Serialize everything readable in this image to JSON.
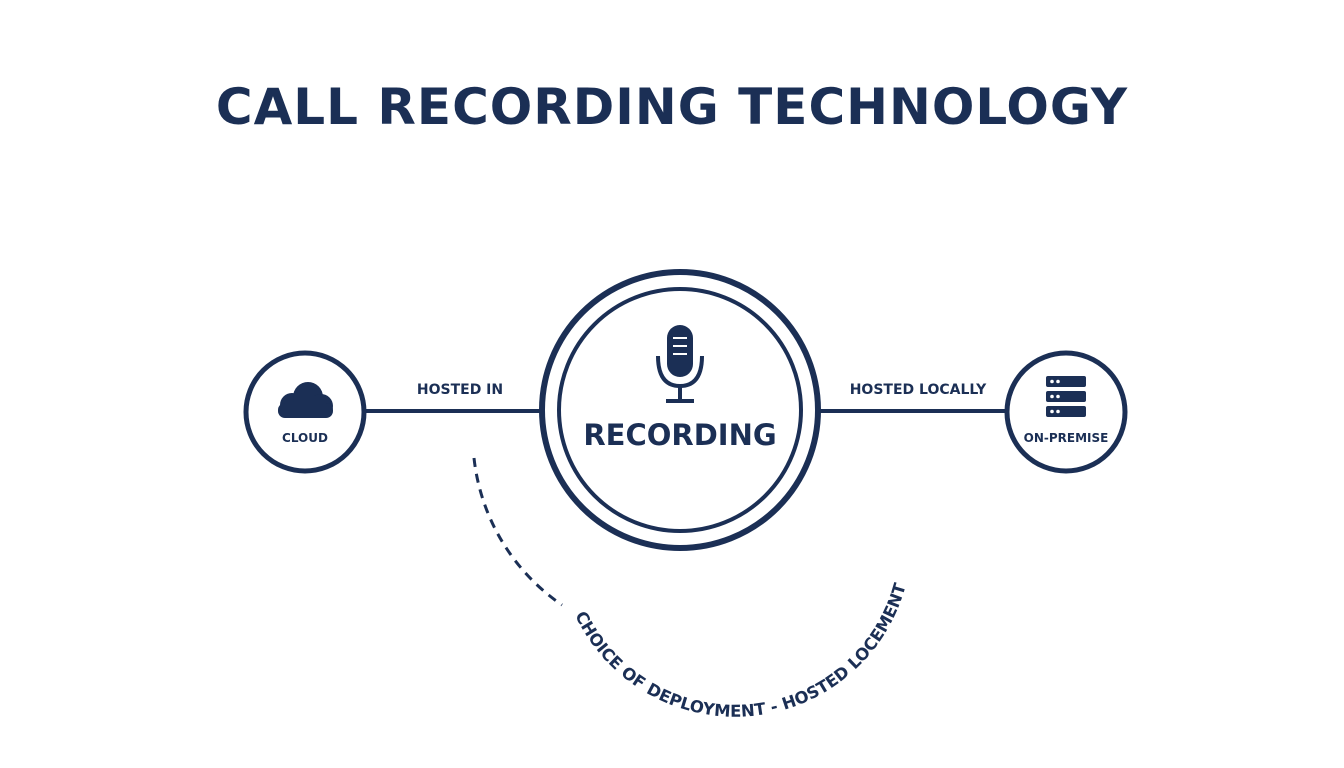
{
  "title": "CALL RECORDING TECHNOLOGY",
  "center": {
    "label": "RECORDING",
    "icon": "microphone-icon"
  },
  "left_node": {
    "label": "CLOUD",
    "icon": "cloud-icon"
  },
  "right_node": {
    "label": "ON-PREMISE",
    "icon": "server-icon"
  },
  "left_link_label": "HOSTED IN",
  "right_link_label": "HOSTED LOCALLY",
  "arc_label": "CHOICE OF DEPLOYMENT - HOSTED LOCEMENT",
  "colors": {
    "primary": "#1b2f55",
    "background": "#ffffff"
  }
}
